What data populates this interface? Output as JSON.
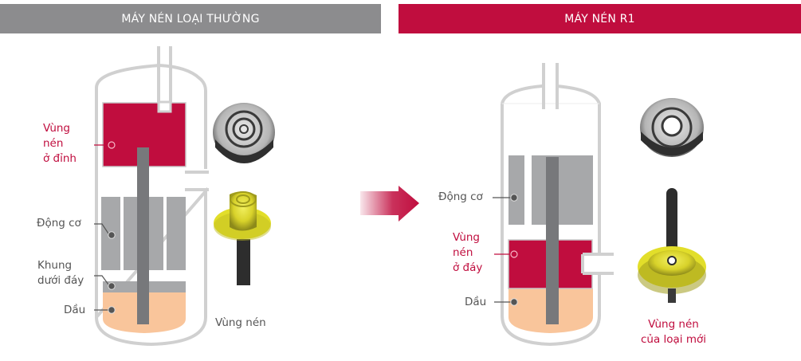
{
  "headers": {
    "left": "MÁY NÉN LOẠI THƯỜNG",
    "right": "MÁY NÉN R1"
  },
  "left_compressor": {
    "labels": {
      "compression_zone": [
        "Vùng",
        "nén",
        "ở đỉnh"
      ],
      "motor": "Động cơ",
      "lower_frame": [
        "Khung",
        "dưới đáy"
      ],
      "oil": "Dầu"
    },
    "part_caption": "Vùng nén"
  },
  "right_compressor": {
    "labels": {
      "motor": "Động cơ",
      "compression_zone": [
        "Vùng",
        "nén",
        "ở đáy"
      ],
      "oil": "Dầu"
    },
    "part_caption": [
      "Vùng nén",
      "của loại mới"
    ]
  },
  "colors": {
    "header_gray": "#8c8c8e",
    "brand_red": "#c00d3e",
    "motor_gray": "#a7a8aa",
    "shaft_gray": "#77787b",
    "oil_peach": "#f9c59b",
    "shell_gray": "#d0d0d0"
  },
  "icons": {
    "transition_arrow": "arrow-right-icon"
  }
}
